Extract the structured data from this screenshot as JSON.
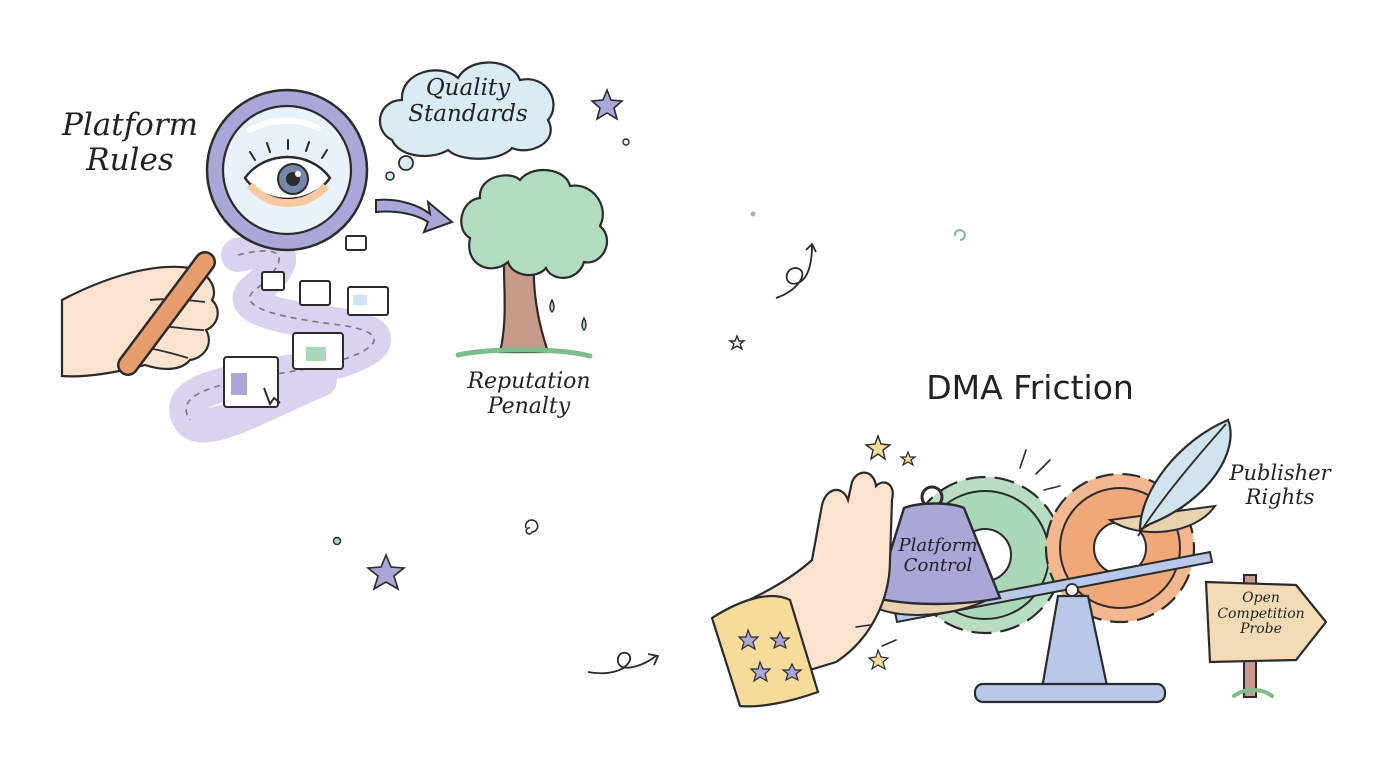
{
  "labels": {
    "platform_rules": [
      "Platform",
      "Rules"
    ],
    "quality_standards": [
      "Quality",
      "Standards"
    ],
    "reputation_penalty": [
      "Reputation",
      "Penalty"
    ],
    "dma_friction": "DMA Friction",
    "platform_control": [
      "Platform",
      "Control"
    ],
    "publisher_rights": [
      "Publisher",
      "Rights"
    ],
    "open_competition_probe": [
      "Open",
      "Competition",
      "Probe"
    ]
  },
  "icons": [
    "magnifying-glass-icon",
    "eye-icon",
    "hand-icon",
    "webpage-icon",
    "arrow-icon",
    "tree-icon",
    "thought-cloud-icon",
    "star-icon",
    "weight-icon",
    "feather-icon",
    "gear-icon",
    "balance-scale-icon",
    "signpost-icon",
    "raised-hand-icon"
  ],
  "colors": {
    "ink": "#2b2b2b",
    "lavender": "#a9a6d8",
    "sky": "#cfe4ef",
    "mint": "#a9d8b8",
    "peach": "#f6c9a3",
    "coral": "#f0a878",
    "gold": "#f2dc9a",
    "bark": "#b98b78"
  }
}
